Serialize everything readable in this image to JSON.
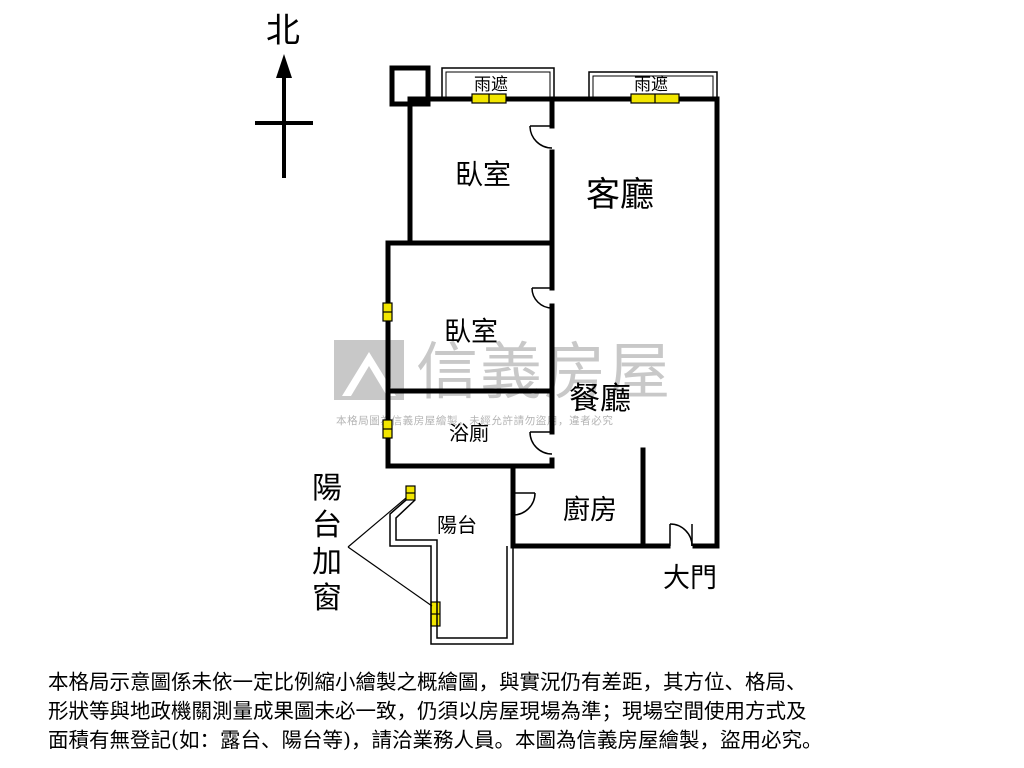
{
  "compass": {
    "label": "北"
  },
  "rooms": {
    "bedroom_north": "臥室",
    "living_room": "客廳",
    "bedroom_middle": "臥室",
    "dining_room": "餐廳",
    "bathroom": "浴廁",
    "kitchen": "廚房",
    "balcony": "陽台",
    "main_door": "大門"
  },
  "awnings": {
    "left": "雨遮",
    "right": "雨遮"
  },
  "balcony_window_note": [
    "陽",
    "台",
    "加",
    "窗"
  ],
  "watermark": {
    "brand": "信義房屋",
    "notice": "本格局圖為信義房屋繪製，未經允許請勿盜用，違者必究"
  },
  "disclaimer": [
    "本格局示意圖係未依一定比例縮小繪製之概繪圖，與實況仍有差距，其方位、格局、",
    "形狀等與地政機關測量成果圖未必一致，仍須以房屋現場為準；現場空間使用方式及",
    "面積有無登記(如：露台、陽台等)，請洽業務人員。本圖為信義房屋繪製，盜用必究。"
  ],
  "colors": {
    "wall": "#000000",
    "window_fill": "#f2e600",
    "watermark": "#c8c8c8",
    "background": "#ffffff"
  }
}
